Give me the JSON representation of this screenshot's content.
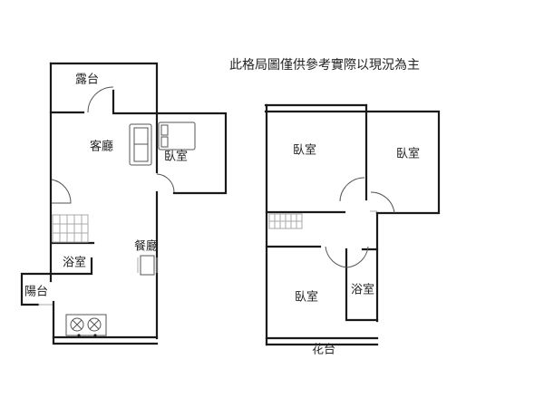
{
  "note": "此格局圖僅供參考實際以現況為主",
  "floor_lower": {
    "terrace": "露台",
    "living_room": "客廳",
    "bedroom": "臥室",
    "dining_room": "餐廳",
    "bathroom": "浴室",
    "balcony": "陽台"
  },
  "floor_upper": {
    "bedroom_a": "臥室",
    "bedroom_b": "臥室",
    "bedroom_c": "臥室",
    "bathroom": "浴室",
    "planter": "花台"
  }
}
